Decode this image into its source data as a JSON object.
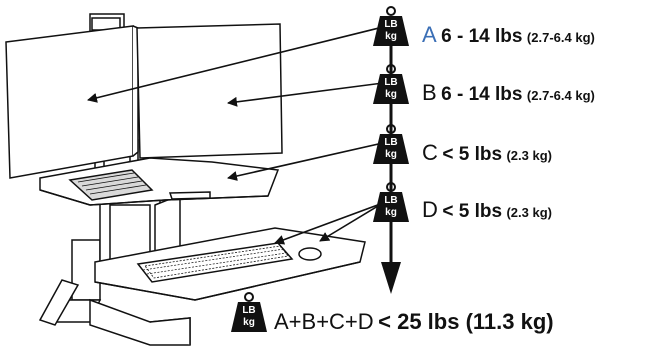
{
  "labels": [
    {
      "letter": "A",
      "range": "6 - 14 lbs",
      "metric": "(2.7-6.4 kg)"
    },
    {
      "letter": "B",
      "range": "6 - 14 lbs",
      "metric": "(2.7-6.4 kg)"
    },
    {
      "letter": "C",
      "range": "< 5 lbs",
      "metric": "(2.3 kg)"
    },
    {
      "letter": "D",
      "range": "< 5 lbs",
      "metric": "(2.3 kg)"
    }
  ],
  "total": {
    "letter": "A+B+C+D",
    "range": "< 25 lbs (11.3 kg)"
  },
  "weight_icon": {
    "name": "weight-icon",
    "top_text": "LB",
    "bottom_text": "kg"
  },
  "colors": {
    "accent": "#3b6fb6",
    "ink": "#111111",
    "fill": "#ffffff"
  }
}
